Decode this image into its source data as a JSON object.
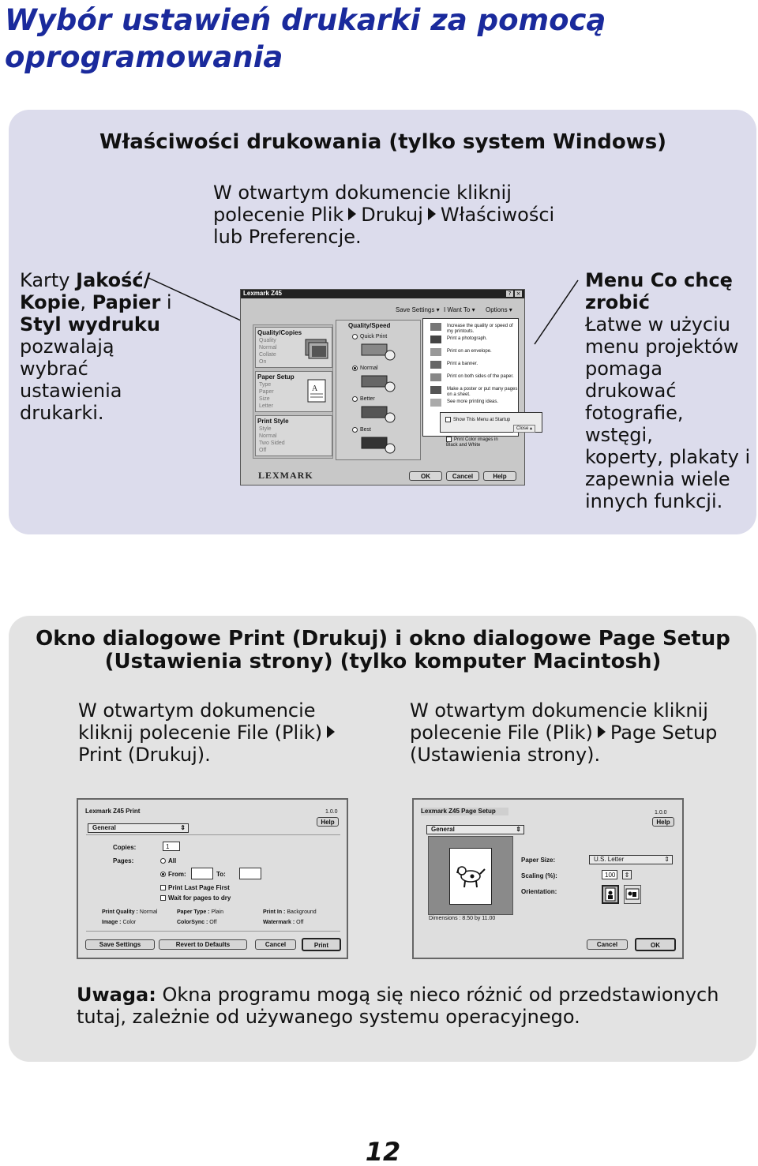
{
  "page": {
    "title_line1": "Wybór ustawień drukarki za pomocą",
    "title_line2": "oprogramowania",
    "page_number": "12"
  },
  "windows_section": {
    "title": "Właściwości drukowania (tylko system Windows)",
    "instruction": {
      "line1": "W otwartym dokumencie kliknij",
      "part1": "polecenie Plik",
      "part2": "Drukuj",
      "part3": "Właściwości",
      "line3": "lub Preferencje."
    },
    "left_callout": {
      "t1": "Karty ",
      "b1": "Jakość/",
      "b2": "Kopie",
      "t2": ", ",
      "b3": "Papier",
      "t3": " i",
      "b4": "Styl wydruku",
      "t4": "pozwalają",
      "t5": "wybrać",
      "t6": "ustawienia",
      "t7": "drukarki."
    },
    "right_callout": {
      "b1": "Menu Co chcę",
      "b2": "zrobić",
      "lines": [
        "Łatwe w użyciu",
        "menu projektów",
        "pomaga drukować",
        "fotografie, wstęgi,",
        "koperty, plakaty i",
        "zapewnia wiele",
        "innych funkcji."
      ]
    },
    "dialog": {
      "window_title": "Lexmark Z45",
      "menu": [
        "Save Settings",
        "I Want To",
        "Options"
      ],
      "tabs": [
        {
          "title": "Quality/Copies",
          "items": [
            "Quality",
            "Normal",
            "Collate",
            "On"
          ]
        },
        {
          "title": "Paper Setup",
          "items": [
            "Type",
            "Paper",
            "Size",
            "Letter"
          ]
        },
        {
          "title": "Print Style",
          "items": [
            "Style",
            "Normal",
            "Two Sided",
            "Off"
          ]
        }
      ],
      "quality_group": "Quality/Speed",
      "quality_options": [
        "Quick Print",
        "Normal",
        "Better",
        "Best"
      ],
      "want_to_items": [
        "Increase the quality or speed of my printouts.",
        "Print a photograph.",
        "Print on an envelope.",
        "Print a banner.",
        "Print on both sides of the paper.",
        "Make a poster or put many pages on a sheet.",
        "See more printing ideas."
      ],
      "show_startup": "Show This Menu at Startup",
      "close_label": "Close",
      "print_color": "Print Color images in Black and White",
      "logo": "LEXMARK",
      "buttons": [
        "OK",
        "Cancel",
        "Help"
      ]
    }
  },
  "mac_section": {
    "title_line1": "Okno dialogowe Print (Drukuj) i okno dialogowe Page Setup",
    "title_line2": "(Ustawienia strony) (tylko komputer Macintosh)",
    "left_instruction": {
      "line1": "W otwartym dokumencie",
      "line2": "kliknij polecenie File (Plik)",
      "line3": "Print (Drukuj)."
    },
    "right_instruction": {
      "line1": "W otwartym dokumencie kliknij",
      "part1": "polecenie File (Plik)",
      "part2": "Page Setup",
      "line3": "(Ustawienia strony)."
    },
    "print_dialog": {
      "title_brand": "Lexmark",
      "title": "Z45 Print",
      "version": "1.0.0",
      "help": "Help",
      "popup": "General",
      "copies_label": "Copies:",
      "copies_value": "1",
      "pages_label": "Pages:",
      "all": "All",
      "from": "From:",
      "to": "To:",
      "print_last": "Print Last Page First",
      "wait_pages": "Wait for pages to dry",
      "summary": [
        {
          "k": "Print Quality :",
          "v": " Normal"
        },
        {
          "k": "Paper Type :",
          "v": " Plain"
        },
        {
          "k": "Print In :",
          "v": " Background"
        },
        {
          "k": "Image :",
          "v": " Color"
        },
        {
          "k": "ColorSync :",
          "v": " Off"
        },
        {
          "k": "Watermark :",
          "v": " Off"
        }
      ],
      "buttons": [
        "Save Settings",
        "Revert to Defaults",
        "Cancel",
        "Print"
      ]
    },
    "page_setup_dialog": {
      "title_brand": "Lexmark",
      "title": "Z45 Page Setup",
      "version": "1.0.0",
      "help": "Help",
      "popup": "General",
      "paper_size_label": "Paper Size:",
      "paper_size_value": "U.S. Letter",
      "scaling_label": "Scaling (%):",
      "scaling_value": "100",
      "orientation_label": "Orientation:",
      "dimensions": "Dimensions : 8.50 by 11.00",
      "buttons": [
        "Cancel",
        "OK"
      ]
    },
    "note": {
      "bold": "Uwaga:",
      "text1": " Okna programu mogą się nieco różnić od przedstawionych",
      "text2": "tutaj, zależnie od używanego systemu operacyjnego."
    }
  },
  "colors": {
    "title_blue": "#1a2a9c",
    "panel_lavender": "#dcdcec",
    "panel_gray": "#e3e3e3"
  }
}
